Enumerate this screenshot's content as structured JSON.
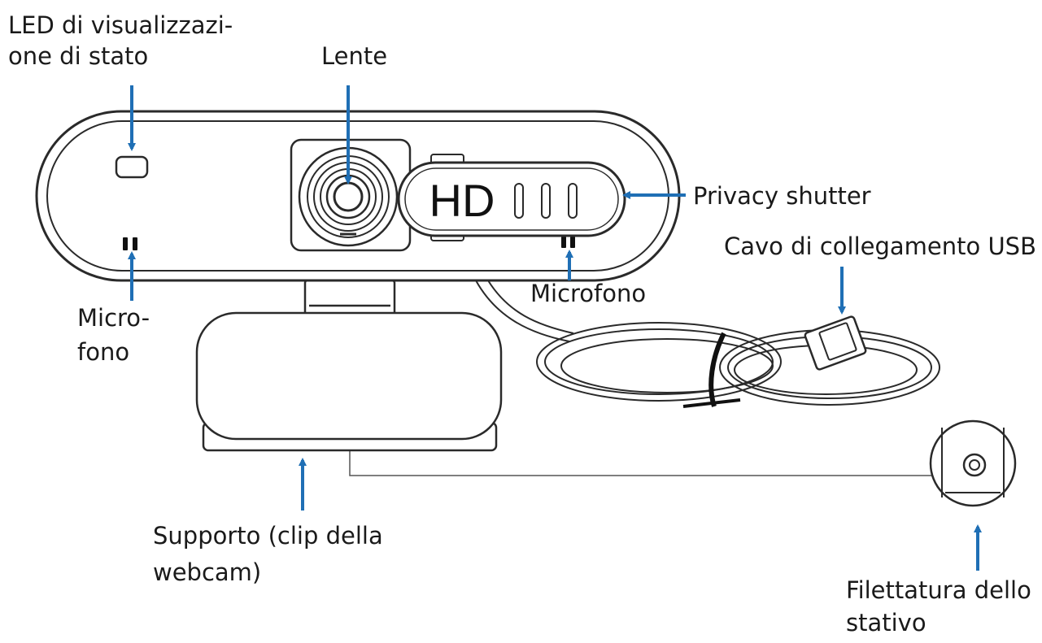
{
  "labels": {
    "led_line1": "LED di visualizzazi-",
    "led_line2": "one di stato",
    "lens": "Lente",
    "privacy": "Privacy shutter",
    "usb": "Cavo di collegamento USB",
    "mic_right": "Microfono",
    "mic_left_line1": "Micro-",
    "mic_left_line2": "fono",
    "mount_line1": "Supporto (clip della",
    "mount_line2": "webcam)",
    "tripod_line1": "Filettatura dello",
    "tripod_line2": "stativo"
  },
  "camera": {
    "badge_text": "HD"
  },
  "colors": {
    "arrow": "#1f6fb5",
    "line": "#2a2a2a"
  }
}
